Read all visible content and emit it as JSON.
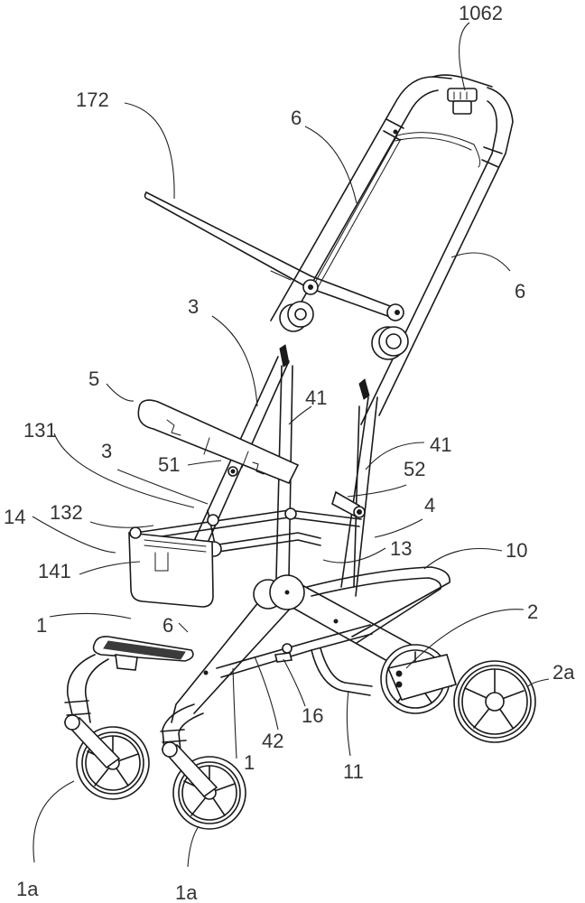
{
  "figure": {
    "type": "patent line drawing",
    "subject": "baby stroller perspective view",
    "line_color": "#1a1a1a",
    "background": "#ffffff"
  },
  "labels": {
    "l1062": "1062",
    "l172": "172",
    "l6_top": "6",
    "l6_right": "6",
    "l6_foot": "6",
    "l3_upper": "3",
    "l3_lower": "3",
    "l5": "5",
    "l41_left": "41",
    "l41_right": "41",
    "l131": "131",
    "l51": "51",
    "l52": "52",
    "l132": "132",
    "l14": "14",
    "l141": "141",
    "l4": "4",
    "l13": "13",
    "l10": "10",
    "l1_left": "1",
    "l1_mid": "1",
    "l2": "2",
    "l2a": "2a",
    "l16": "16",
    "l42": "42",
    "l11": "11",
    "l1a_left": "1a",
    "l1a_right": "1a"
  }
}
